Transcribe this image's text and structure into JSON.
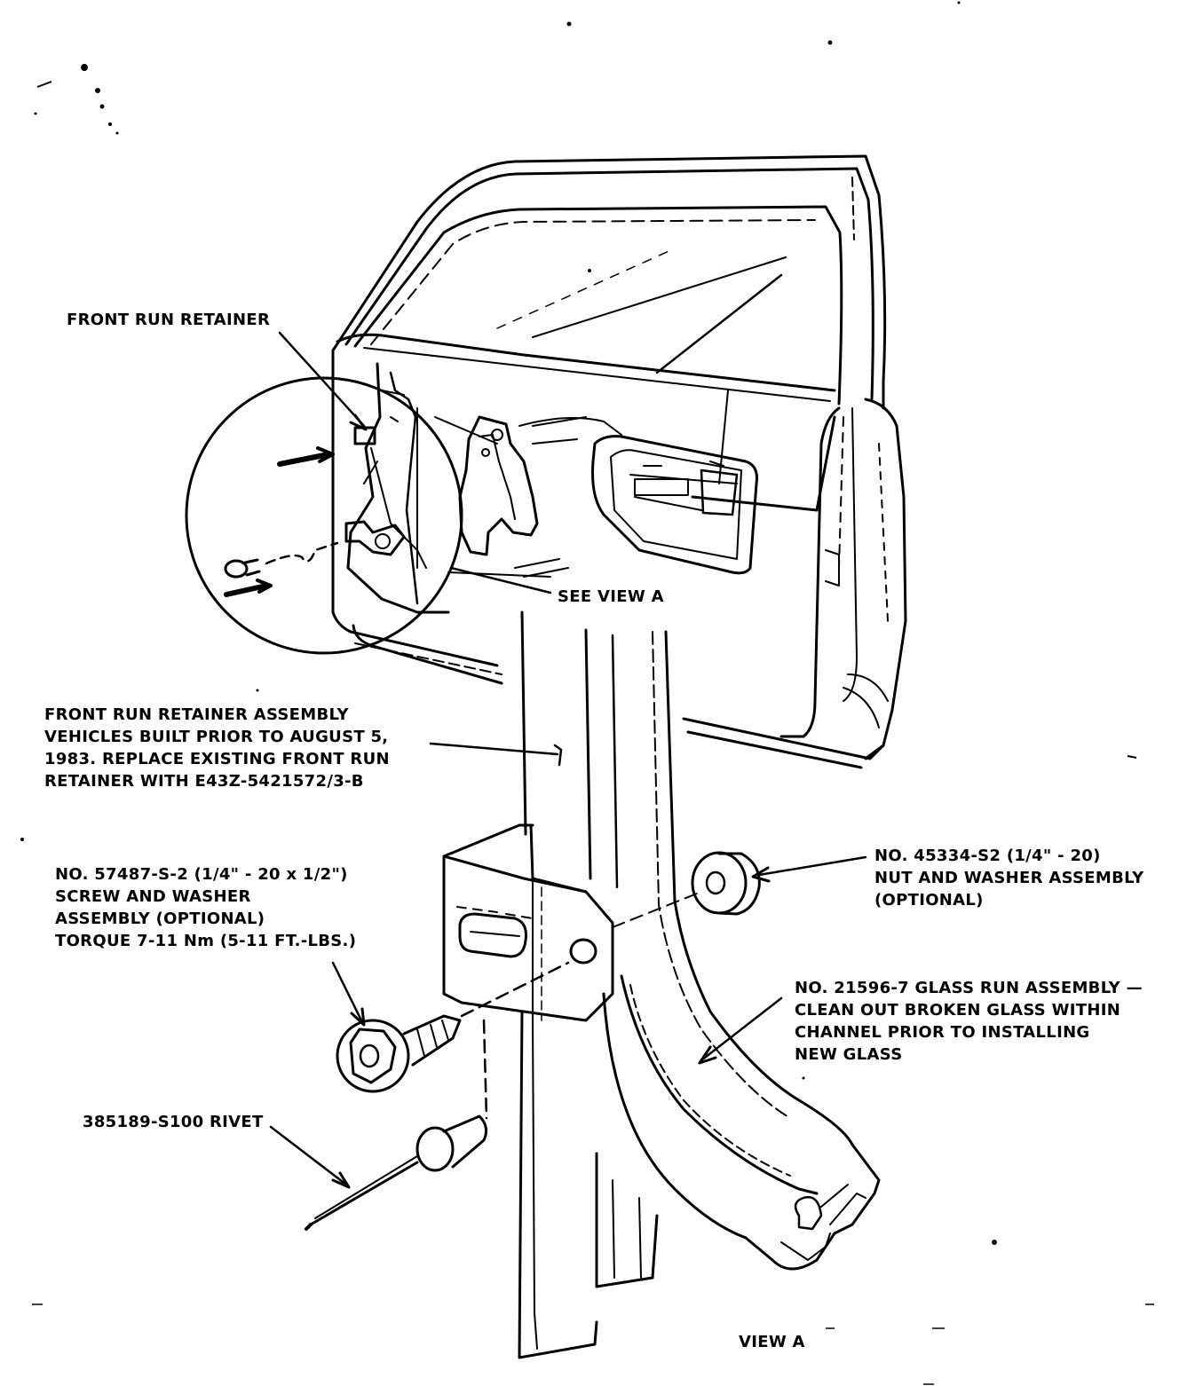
{
  "callouts": {
    "front_run_retainer": "FRONT RUN RETAINER",
    "see_view_a": "SEE VIEW A",
    "retainer_assembly": [
      "FRONT RUN RETAINER ASSEMBLY",
      "VEHICLES BUILT PRIOR TO AUGUST 5,",
      "1983. REPLACE EXISTING FRONT RUN",
      "RETAINER WITH E43Z-5421572/3-B"
    ],
    "screw_and_washer": [
      "NO. 57487-S-2 (1/4\" - 20 x 1/2\")",
      "SCREW AND WASHER",
      "ASSEMBLY (OPTIONAL)",
      "TORQUE 7-11 Nm (5-11 FT.-LBS.)"
    ],
    "nut_and_washer": [
      "NO. 45334-S2 (1/4\" - 20)",
      "NUT AND WASHER ASSEMBLY",
      "(OPTIONAL)"
    ],
    "glass_run": [
      "NO. 21596-7 GLASS RUN ASSEMBLY —",
      "CLEAN OUT BROKEN GLASS WITHIN",
      "CHANNEL PRIOR TO INSTALLING",
      "NEW GLASS"
    ],
    "rivet": "385189-S100 RIVET",
    "view_a": "VIEW A"
  }
}
